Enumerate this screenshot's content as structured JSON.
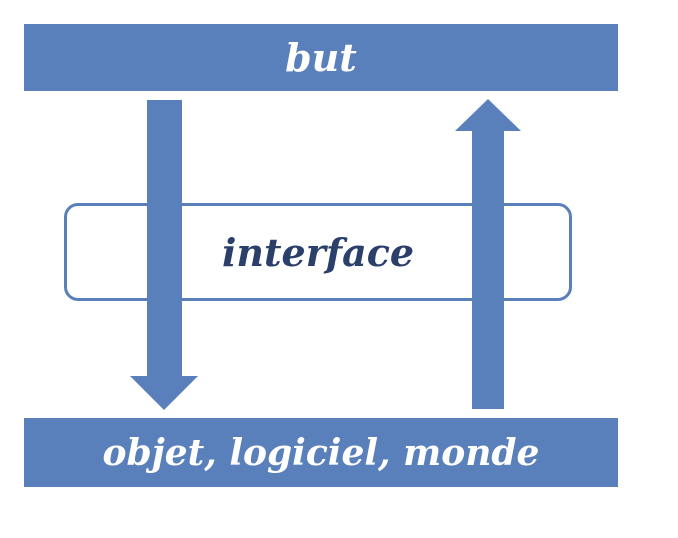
{
  "diagram": {
    "top_label": "but",
    "middle_label": "interface",
    "bottom_label": "objet, logiciel, monde",
    "colors": {
      "bar_fill": "#5a80bb",
      "arrow_fill": "#5a80bb",
      "box_border": "#5a80bb",
      "middle_text": "#2b3f6b",
      "bar_text": "#ffffff"
    }
  }
}
